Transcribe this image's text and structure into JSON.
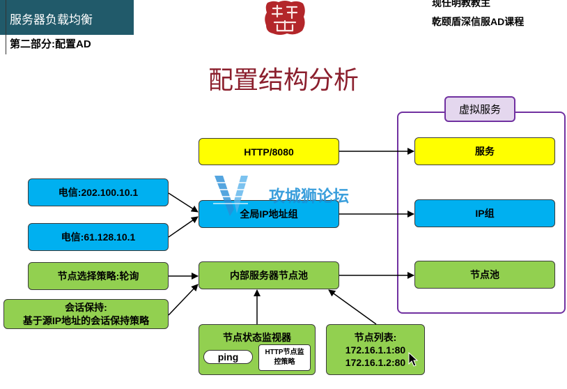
{
  "header": {
    "section_title": "服务器负载均衡",
    "subtitle": "第二部分:配置AD"
  },
  "author": {
    "line1": "现任明教教主",
    "line2": "乾颐盾深信服AD课程"
  },
  "title": "配置结构分析",
  "watermark": {
    "text": "攻城狮论坛"
  },
  "diagram": {
    "virtual_service_label": "虚拟服务",
    "http_port": "HTTP/8080",
    "service": "服务",
    "telecom_ip_1": "电信:202.100.10.1",
    "global_ip_group": "全局IP地址组",
    "ip_group": "IP组",
    "telecom_ip_2": "电信:61.128.10.1",
    "node_selection_policy": "节点选择策略:轮询",
    "internal_server_pool": "内部服务器节点池",
    "node_pool": "节点池",
    "session_persistence": {
      "title": "会话保持:",
      "policy": "基于源IP地址的会话保持策略"
    },
    "node_monitor": {
      "title": "节点状态监视器",
      "ping": "ping",
      "http_policy_line1": "HTTP节点监",
      "http_policy_line2": "控策略"
    },
    "node_list": {
      "title": "节点列表:",
      "items": [
        "172.16.1.1:80",
        "172.16.1.2:80"
      ]
    }
  },
  "colors": {
    "header_bg": "#215a6a",
    "title": "#8b1f2d",
    "yellow": "#ffff00",
    "blue": "#00b0f0",
    "green": "#92d050",
    "purple": "#7030a0",
    "purple_fill": "#e4d7ee",
    "watermark": "#1a8fd6"
  },
  "icons": {
    "logo": "red-seal-logo",
    "watermark_logo": "v-logo",
    "cursor": "mouse-pointer-icon"
  }
}
